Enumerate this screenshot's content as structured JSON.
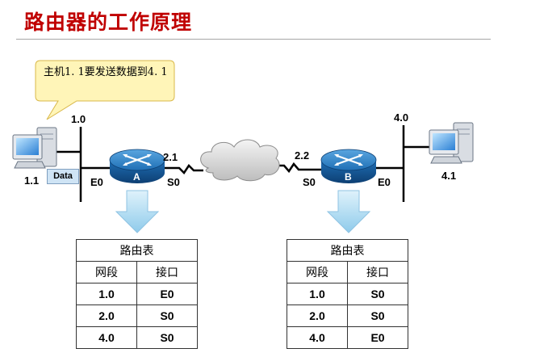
{
  "slide": {
    "title": "路由器的工作原理",
    "callout": "主机1. 1要发送数据到4. 1"
  },
  "network": {
    "left_net_label": "1.0",
    "right_net_label": "4.0",
    "host_left_label": "1.1",
    "host_right_label": "4.1",
    "data_tag": "Data",
    "router_a": {
      "name": "A",
      "left_iface": "E0",
      "right_iface": "S0",
      "serial_addr": "2.1"
    },
    "router_b": {
      "name": "B",
      "left_iface": "S0",
      "right_iface": "E0",
      "serial_addr": "2.2"
    }
  },
  "tables": [
    {
      "caption": "路由表",
      "col_network": "网段",
      "col_interface": "接口",
      "rows": [
        {
          "network": "1.0",
          "interface": "E0"
        },
        {
          "network": "2.0",
          "interface": "S0"
        },
        {
          "network": "4.0",
          "interface": "S0"
        }
      ]
    },
    {
      "caption": "路由表",
      "col_network": "网段",
      "col_interface": "接口",
      "rows": [
        {
          "network": "1.0",
          "interface": "S0"
        },
        {
          "network": "2.0",
          "interface": "S0"
        },
        {
          "network": "4.0",
          "interface": "E0"
        }
      ]
    }
  ],
  "colors": {
    "title": "#c00000",
    "callout_fill": "#fff5b8",
    "router_blue": "#1f6fb5",
    "arrow_blue": "#bfe3f7"
  }
}
